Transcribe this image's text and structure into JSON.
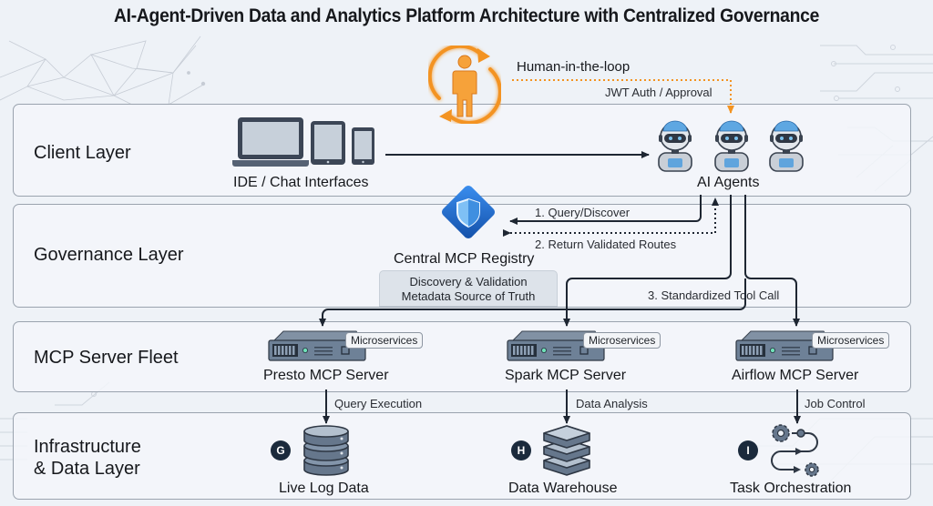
{
  "title": "AI-Agent-Driven Data and Analytics Platform Architecture with Centralized Governance",
  "colors": {
    "accent_orange": "#f39321",
    "line_dark": "#1e2632",
    "server_steel": "#5f7187",
    "registry_blue": "#1f6fd1",
    "badge_dark": "#1b2a3c"
  },
  "human_in_loop": {
    "label": "Human-in-the-loop",
    "auth_label": "JWT Auth / Approval",
    "icon": "person-cycle-icon"
  },
  "layers": [
    {
      "id": "client",
      "label": "Client Layer"
    },
    {
      "id": "governance",
      "label": "Governance Layer"
    },
    {
      "id": "mcp-fleet",
      "label": "MCP Server Fleet"
    },
    {
      "id": "infra",
      "label_line1": "Infrastructure",
      "label_line2": "& Data Layer"
    }
  ],
  "client": {
    "devices_label": "IDE / Chat Interfaces",
    "devices_icon": "devices-icon",
    "agents_label": "AI Agents",
    "agents_icon": "robot-icon",
    "agent_count": 3
  },
  "governance": {
    "registry_label": "Central MCP Registry",
    "registry_icon": "shield-diamond-icon",
    "registry_desc_line1": "Discovery & Validation",
    "registry_desc_line2": "Metadata Source of Truth",
    "flow_1": "1. Query/Discover",
    "flow_2": "2. Return Validated Routes",
    "flow_3": "3. Standardized Tool Call"
  },
  "servers": [
    {
      "label": "Presto MCP Server",
      "badge": "Microservices",
      "edge_label": "Query Execution"
    },
    {
      "label": "Spark MCP Server",
      "badge": "Microservices",
      "edge_label": "Data Analysis"
    },
    {
      "label": "Airflow MCP Server",
      "badge": "Microservices",
      "edge_label": "Job Control"
    }
  ],
  "infra": [
    {
      "letter": "G",
      "label": "Live Log Data",
      "icon": "database-icon"
    },
    {
      "letter": "H",
      "label": "Data Warehouse",
      "icon": "stacked-layers-icon"
    },
    {
      "letter": "I",
      "label": "Task Orchestration",
      "icon": "workflow-gears-icon"
    }
  ]
}
